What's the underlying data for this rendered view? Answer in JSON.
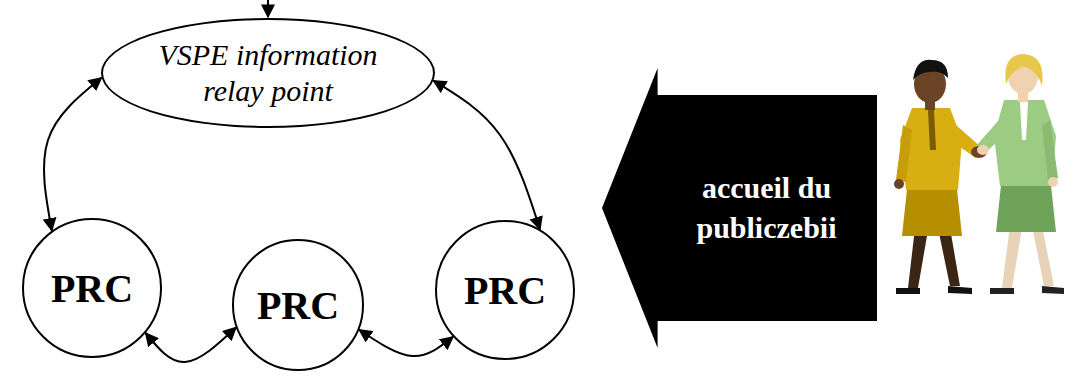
{
  "diagram": {
    "nodes": [
      {
        "text": [
          "VSPE information relay point"
        ]
      },
      {
        "text": [
          "PRC"
        ]
      },
      {
        "text": [
          "PRC"
        ]
      },
      {
        "text": [
          "PRC"
        ]
      },
      {
        "text": [
          "accueil du publiczebii"
        ]
      }
    ],
    "edges": [
      {
        "from": 0,
        "to": 1,
        "arrow": "both"
      },
      {
        "from": 0,
        "to": 3,
        "arrow": "both"
      },
      {
        "from": 1,
        "to": 2,
        "arrow": "both"
      },
      {
        "from": 2,
        "to": 3,
        "arrow": "both"
      }
    ]
  }
}
